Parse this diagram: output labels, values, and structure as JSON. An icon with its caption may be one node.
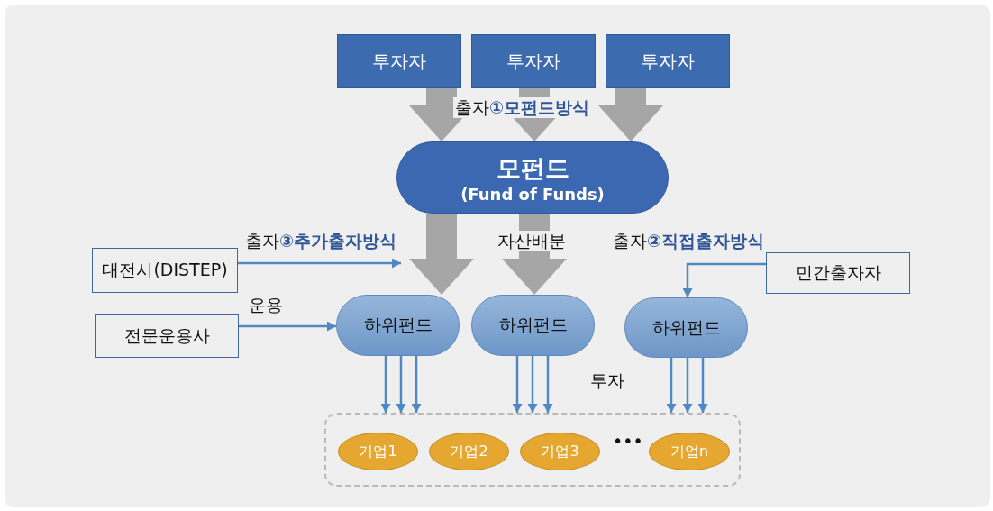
{
  "diagram": {
    "nodes": [
      {
        "text": [
          "투자자"
        ]
      },
      {
        "text": [
          "투자자"
        ]
      },
      {
        "text": [
          "투자자"
        ]
      },
      {
        "text": [
          "모펀드",
          "(Fund of Funds)"
        ]
      },
      {
        "text": [
          "대전시(DISTEP)"
        ]
      },
      {
        "text": [
          "전문운용사"
        ]
      },
      {
        "text": [
          "하위펀드"
        ]
      },
      {
        "text": [
          "하위펀드"
        ]
      },
      {
        "text": [
          "하위펀드"
        ]
      },
      {
        "text": [
          "민간출자자"
        ]
      },
      {
        "text": [],
        "shape": "box"
      },
      {
        "text": [
          "기업1"
        ],
        "in": 10
      },
      {
        "text": [
          "기업2"
        ],
        "in": 10
      },
      {
        "text": [
          "기업3"
        ],
        "in": 10
      },
      {
        "text": [
          "기업n"
        ],
        "in": 10
      }
    ],
    "edges": [
      {
        "from": 0,
        "to": 3,
        "arrow": "to",
        "style": "thick",
        "color": "#a6a6a6"
      },
      {
        "from": 1,
        "to": 3,
        "arrow": "to",
        "style": "thick",
        "color": "#a6a6a6",
        "label": "출자**①모펀드방식**"
      },
      {
        "from": 2,
        "to": 3,
        "arrow": "to",
        "style": "thick",
        "color": "#a6a6a6"
      },
      {
        "from": 3,
        "to": 6,
        "arrow": "to",
        "style": "thick",
        "color": "#a6a6a6"
      },
      {
        "from": 3,
        "to": 7,
        "arrow": "to",
        "style": "thick",
        "color": "#a6a6a6",
        "label": "자산배분"
      },
      {
        "from": 4,
        "to": null,
        "arrow": "to",
        "label": "출자**③추가출자방식**"
      },
      {
        "from": 5,
        "to": 6,
        "arrow": "to",
        "label": "운용"
      },
      {
        "from": 9,
        "to": 8,
        "arrow": "to",
        "label": "출자**②직접출자방식**"
      },
      {
        "from": 6,
        "to": 10,
        "arrow": "to"
      },
      {
        "from": 6,
        "to": 10,
        "arrow": "to"
      },
      {
        "from": 6,
        "to": 10,
        "arrow": "to"
      },
      {
        "from": 7,
        "to": 10,
        "arrow": "to"
      },
      {
        "from": 7,
        "to": 10,
        "arrow": "to"
      },
      {
        "from": 7,
        "to": 10,
        "arrow": "to"
      },
      {
        "from": 8,
        "to": 10,
        "arrow": "to"
      },
      {
        "from": 8,
        "to": 10,
        "arrow": "to"
      },
      {
        "from": 8,
        "to": 10,
        "arrow": "to"
      }
    ],
    "labels": [
      "투자",
      "•••"
    ]
  }
}
